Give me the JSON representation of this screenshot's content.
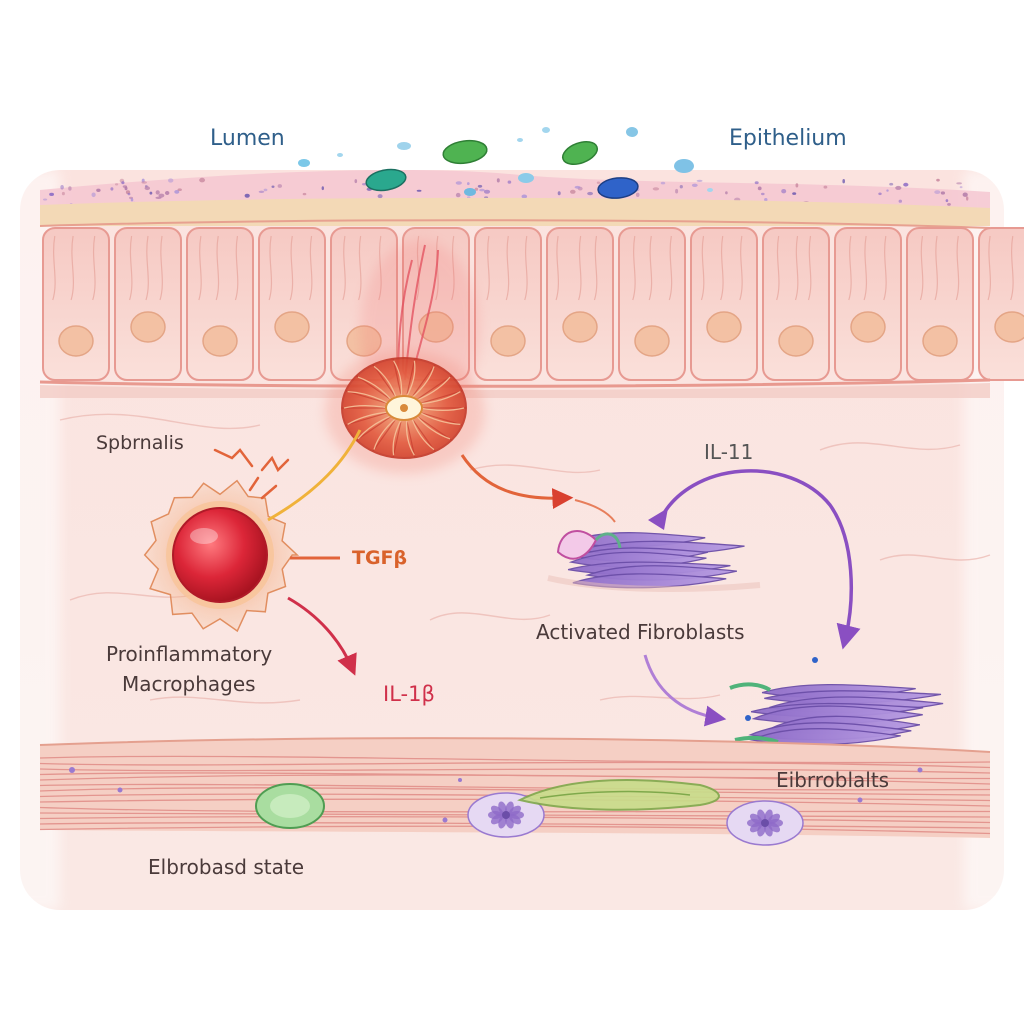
{
  "labels": {
    "lumen": "Lumen",
    "epithelium": "Epithelium",
    "signals": "Spbrnalis",
    "tgf": "TGFβ",
    "il1b": "IL-1β",
    "il11": "IL-11",
    "macrophages_line1": "Proinflammatory",
    "macrophages_line2": "Macrophages",
    "activated_fibroblasts": "Activated Fibroblasts",
    "fibroblasts": "Eibrroblalts",
    "bottom_state": "Elbrobasd state"
  },
  "colors": {
    "label_blue": "#2f5f8a",
    "label_dark": "#4a3a3a",
    "tgf": "#d9622b",
    "il1b": "#d0304a",
    "il11": "#555555",
    "arrow_orange": "#e2643a",
    "arrow_purple": "#8a4fc2",
    "tissue": "#fbe7e4",
    "cell_fill": "#f7d3cd",
    "cell_stroke": "#e79a92",
    "nucleus": "#f2b9a0",
    "macrophage": "#d8283a",
    "fibroblast": "#a987d6"
  }
}
